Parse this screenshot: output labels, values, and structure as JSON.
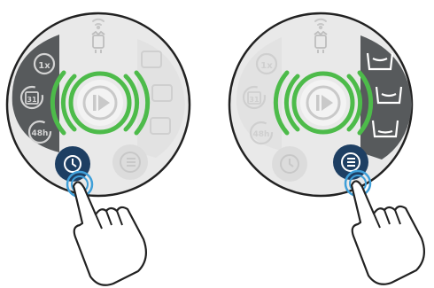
{
  "colors": {
    "accent_green": "#4dbb4a",
    "active_blue": "#1e3f63",
    "panel_dark": "#575a5c",
    "dial_bg": "#e9e9e9",
    "icon_light": "#d3d3d3",
    "outline": "#222222"
  },
  "panels": [
    {
      "name": "left",
      "active_button": "schedule",
      "left_menu": {
        "visible": true,
        "items": [
          {
            "icon": "repeat-1x-icon",
            "label": "1x"
          },
          {
            "icon": "calendar-repeat-icon",
            "label": "31"
          },
          {
            "icon": "repeat-48h-icon",
            "label": "48h"
          }
        ]
      },
      "right_menu": {
        "visible": false,
        "items": [
          "litter-box-level-high-icon",
          "litter-box-level-mid-icon",
          "litter-box-level-low-icon"
        ]
      },
      "bottom_buttons": [
        {
          "icon": "clock-icon",
          "state": "active"
        },
        {
          "icon": "list-icon",
          "state": "dimmed"
        }
      ]
    },
    {
      "name": "right",
      "active_button": "list",
      "left_menu": {
        "visible": false,
        "items": [
          {
            "icon": "repeat-1x-icon",
            "label": "1x"
          },
          {
            "icon": "calendar-repeat-icon",
            "label": "31"
          },
          {
            "icon": "repeat-48h-icon",
            "label": "48h"
          }
        ]
      },
      "right_menu": {
        "visible": true,
        "items": [
          "litter-box-level-high-icon",
          "litter-box-level-mid-icon",
          "litter-box-level-low-icon"
        ]
      },
      "bottom_buttons": [
        {
          "icon": "clock-icon",
          "state": "dimmed"
        },
        {
          "icon": "list-icon",
          "state": "active"
        }
      ]
    }
  ]
}
